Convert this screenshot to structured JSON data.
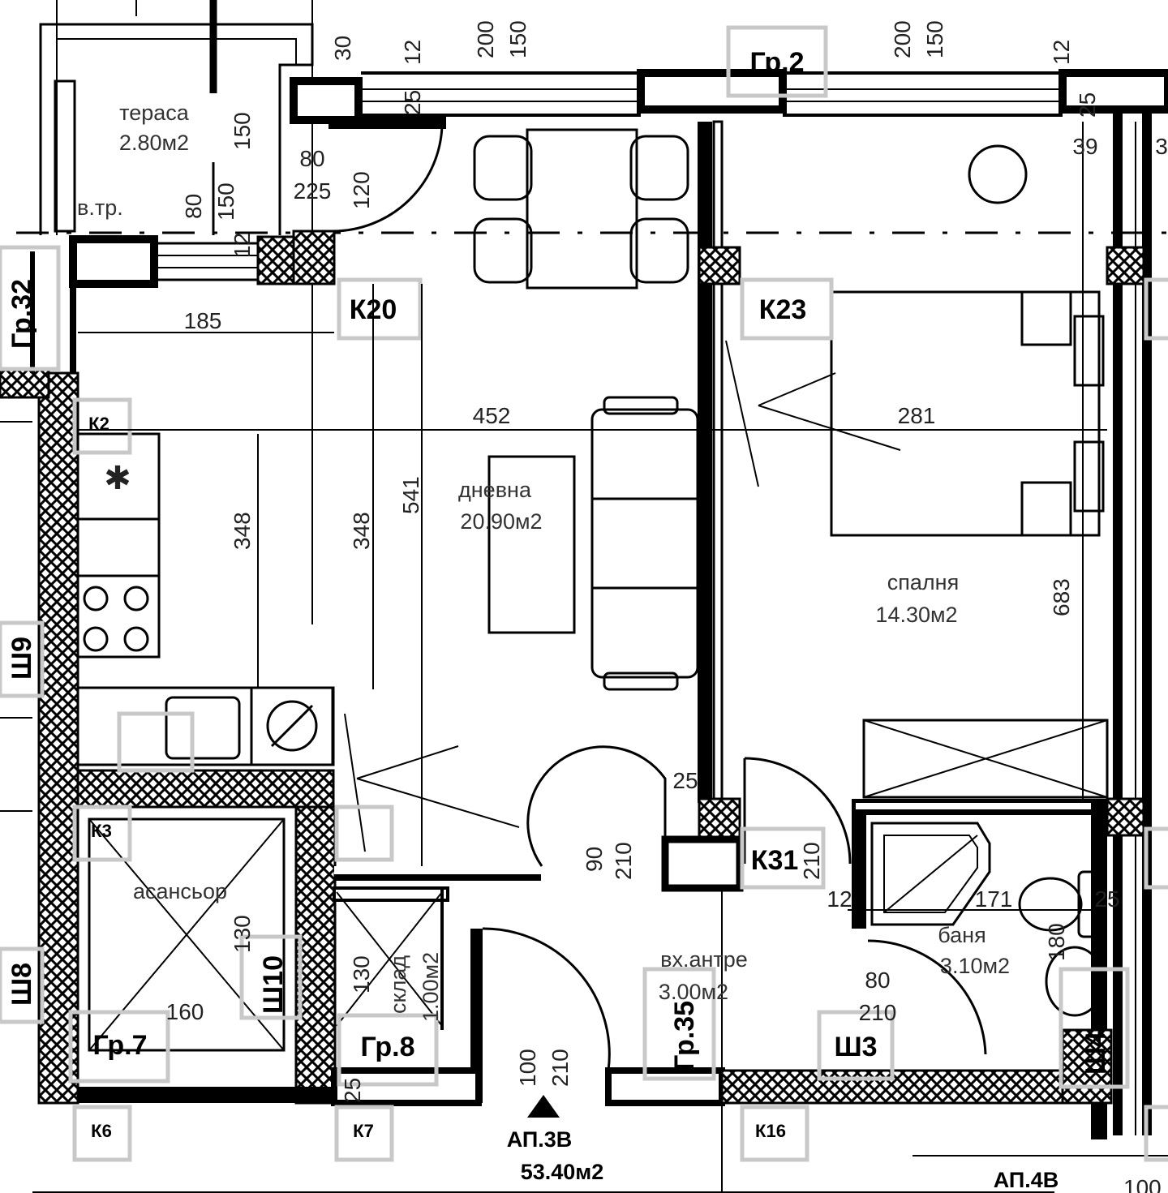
{
  "rooms": {
    "terrace": {
      "name": "тераса",
      "area": "2.80м2"
    },
    "living": {
      "name": "дневна",
      "area": "20.90м2"
    },
    "bedroom": {
      "name": "спалня",
      "area": "14.30м2"
    },
    "elevator": {
      "name": "асансьор"
    },
    "storage": {
      "name": "склад",
      "area": "1.00м2"
    },
    "hall": {
      "name": "вх.антре",
      "area": "3.00м2"
    },
    "bath": {
      "name": "баня",
      "area": "3.10м2"
    }
  },
  "notes": {
    "vtr": "в.тр."
  },
  "symbols": {
    "fridge": "✱"
  },
  "tags": {
    "gr2": "Гр.2",
    "gr32": "Гр.32",
    "k20": "К20",
    "k23": "К23",
    "k2": "К2",
    "sh9": "Ш9",
    "k3": "К3",
    "sh10": "Ш10",
    "sh8": "Ш8",
    "gr7": "Гр.7",
    "gr8": "Гр.8",
    "gr35": "Гр.35",
    "k31": "К31",
    "sh3": "Ш3",
    "sh4": "Ш4",
    "k6": "К6",
    "k7": "К7",
    "k16": "К16"
  },
  "dimensions": {
    "d30": "30",
    "d12a": "12",
    "d200a": "200",
    "d150a": "150",
    "d200b": "200",
    "d150b": "150",
    "d12b": "12",
    "d25a": "25",
    "d150c": "150",
    "d80a": "80",
    "d225": "225",
    "d120": "120",
    "d80b": "80",
    "d150d": "150",
    "d12c": "12",
    "d25b": "25",
    "d185": "185",
    "d39": "39",
    "d3": "3",
    "d452": "452",
    "d281": "281",
    "d348a": "348",
    "d348b": "348",
    "d541": "541",
    "d683": "683",
    "d25c": "25",
    "d90": "90",
    "d210a": "210",
    "d210b": "210",
    "d12d": "12",
    "d171": "171",
    "d25d": "25",
    "d180": "180",
    "d130a": "130",
    "d130b": "130",
    "d160": "160",
    "d80c": "80",
    "d210c": "210",
    "d100": "100",
    "d210d": "210",
    "d25e": "25"
  },
  "apartments": {
    "main": {
      "name": "АП.3В",
      "area": "53.40м2"
    },
    "next": {
      "name": "АП.4В",
      "area": "100"
    }
  }
}
